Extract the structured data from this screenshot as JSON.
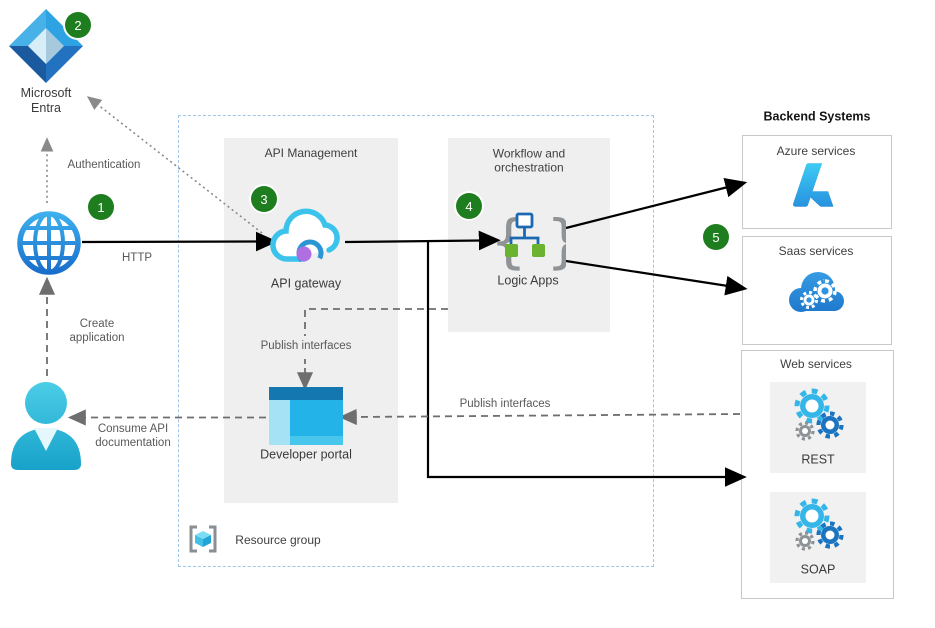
{
  "badges": {
    "step1": "1",
    "step2": "2",
    "step3": "3",
    "step4": "4",
    "step5": "5"
  },
  "entra": {
    "name_line1": "Microsoft",
    "name_line2": "Entra"
  },
  "flow_labels": {
    "authentication": "Authentication",
    "http": "HTTP",
    "create_application_line1": "Create",
    "create_application_line2": "application",
    "consume_line1": "Consume API",
    "consume_line2": "documentation"
  },
  "apim": {
    "title": "API Management",
    "gateway_label": "API gateway",
    "publish_interfaces_label": "Publish interfaces",
    "developer_portal_label": "Developer portal"
  },
  "workflow": {
    "title_line1": "Workflow and",
    "title_line2": "orchestration",
    "logic_apps_label": "Logic Apps"
  },
  "resource_group": {
    "label": "Resource group"
  },
  "backend": {
    "title": "Backend Systems",
    "azure_services_label": "Azure services",
    "saas_services_label": "Saas services",
    "web_services_label": "Web services",
    "rest_label": "REST",
    "soap_label": "SOAP",
    "publish_interfaces_label": "Publish interfaces"
  },
  "icons": {
    "entra": "microsoft-entra-icon",
    "client": "globe-icon",
    "user": "person-icon",
    "gateway": "api-gateway-cloud-icon",
    "portal": "developer-portal-icon",
    "logic_apps": "logic-apps-icon",
    "resource_group": "resource-group-icon",
    "azure": "azure-logo-icon",
    "saas": "cloud-gears-icon",
    "rest": "gears-icon",
    "soap": "gears-icon"
  },
  "colors": {
    "step_badge_green": "#1e7d1e",
    "solid_arrow": "#000000",
    "dashed_arrow_gray": "#6e6e6e",
    "dotted_arrow_gray": "#8a8a8a",
    "resource_boundary_blue": "#9fc6e8",
    "container_gray": "#efefef",
    "cyan_accent": "#35c1ea",
    "azure_blue": "#0078d4"
  }
}
